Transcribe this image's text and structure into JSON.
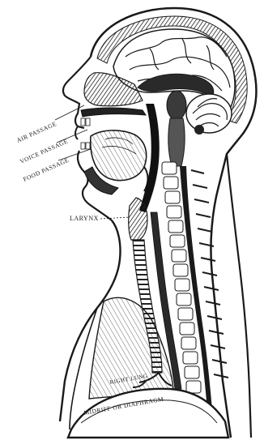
{
  "labels": {
    "air_passage": "AIR PASSAGE",
    "voice_passage": "VOICE PASSAGE",
    "food_passage": "FOOD PASSAGE",
    "larynx": "LARYNX",
    "right_lung": "RIGHT LUNG",
    "diaphragm": "MIDRIFF OR DIAPHRAGM"
  },
  "colors": {
    "ink": "#1a1a1a",
    "paper": "#ffffff",
    "shade": "#3a3a3a"
  }
}
